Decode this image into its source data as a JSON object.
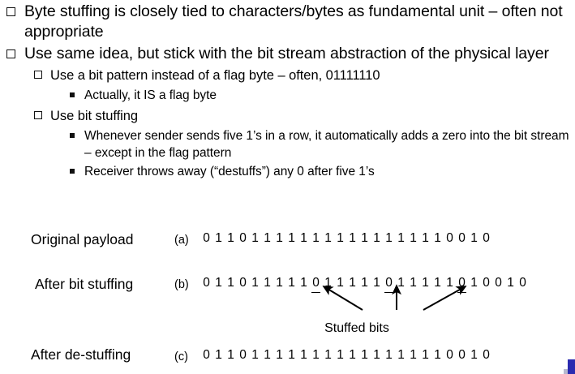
{
  "slide": {
    "bullets": [
      {
        "level": 1,
        "marker": "hollow-square",
        "text": "Byte stuffing is closely tied to characters/bytes as fundamental unit – often not appropriate"
      },
      {
        "level": 1,
        "marker": "hollow-square",
        "text": "Use same idea, but stick with the bit stream abstraction of the physical layer"
      },
      {
        "level": 2,
        "marker": "hollow-square",
        "text": "Use a bit pattern instead of a flag byte – often, 01111110"
      },
      {
        "level": 3,
        "marker": "solid-square",
        "text": "Actually, it IS a flag byte"
      },
      {
        "level": 2,
        "marker": "hollow-square",
        "text": "Use bit stuffing"
      },
      {
        "level": 3,
        "marker": "solid-square",
        "text": "Whenever sender sends five 1’s in a row, it automatically adds a zero into the bit stream – except in the flag pattern"
      },
      {
        "level": 3,
        "marker": "solid-square",
        "text": "Receiver throws away (“destuffs”) any 0 after five 1’s"
      }
    ]
  },
  "diagram": {
    "rows": [
      {
        "label": "Original payload",
        "tag": "(a)",
        "bits": "011011111111111111110010",
        "stuffed_indices": []
      },
      {
        "label": "After bit stuffing",
        "tag": "(b)",
        "bits": "011011111011111011111010010",
        "stuffed_indices": [
          9,
          15,
          21
        ]
      },
      {
        "label": "After de-stuffing",
        "tag": "(c)",
        "bits": "011011111111111111110010",
        "stuffed_indices": []
      }
    ],
    "annotation": "Stuffed bits",
    "arrow_count": 3
  },
  "colors": {
    "text": "#000000",
    "background": "#ffffff",
    "corner_accent": "#2b2bb0"
  }
}
